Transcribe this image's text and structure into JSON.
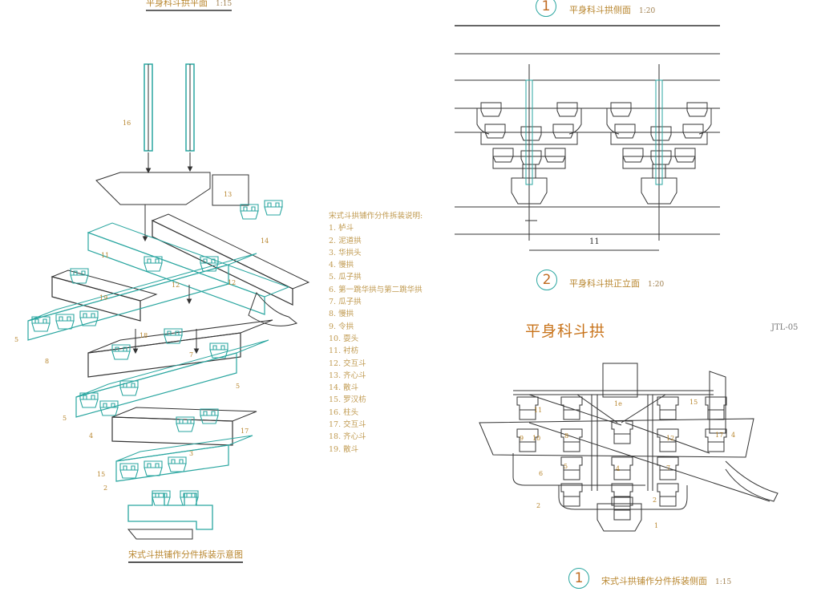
{
  "top_caption": {
    "text": "平身科斗拱平面",
    "scale": "1:15"
  },
  "side_view": {
    "number": "1",
    "caption": "平身科斗拱侧面",
    "scale": "1:20",
    "dimension": "11"
  },
  "front_view": {
    "number": "2",
    "caption": "平身科斗拱正立面",
    "scale": "1:20"
  },
  "sheet": {
    "title": "平身科斗拱",
    "code": "JTL-05"
  },
  "section_view": {
    "number": "1",
    "caption": "宋式斗拱铺作分件拆装侧面",
    "scale": "1:15"
  },
  "exploded_caption": "宋式斗拱铺作分件拆装示意图",
  "legend": {
    "heading": "宋式斗拱铺作分件拆装说明:",
    "items": [
      "1. 栌斗",
      "2. 泥道拱",
      "3. 华拱头",
      "4. 慢拱",
      "5. 瓜子拱",
      "6. 第一跳华拱与第二跳华拱",
      "7. 瓜子拱",
      "8. 慢拱",
      "9. 令拱",
      "10. 耍头",
      "11. 衬枋",
      "12. 交互斗",
      "13. 齐心斗",
      "14. 散斗",
      "15. 罗汉枋",
      "16. 柱头",
      "17. 交互斗",
      "18. 齐心斗",
      "19. 散斗"
    ]
  },
  "exploded_labels": [
    "16",
    "13",
    "14",
    "11",
    "12",
    "12",
    "19",
    "5",
    "8",
    "18",
    "7",
    "5",
    "5",
    "4",
    "17",
    "3",
    "15",
    "2"
  ],
  "section_labels": [
    "1e",
    "11",
    "15",
    "9",
    "10",
    "8",
    "12",
    "17",
    "4",
    "5",
    "6",
    "4",
    "7",
    "2",
    "2",
    "1"
  ],
  "colors": {
    "accent": "#2aa6a0",
    "text": "#b8862e",
    "title": "#c8731a",
    "line": "#333333"
  }
}
